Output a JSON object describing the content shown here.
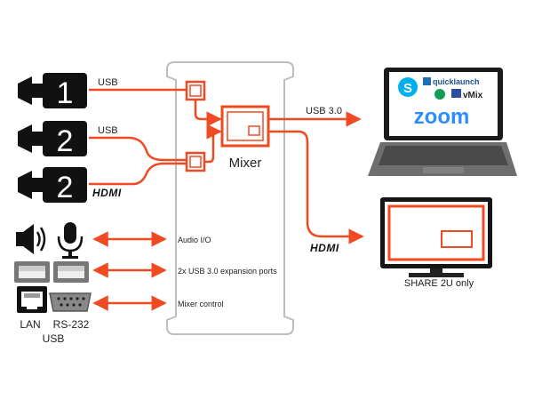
{
  "labels": {
    "usb_cam1": "USB",
    "usb_cam2": "USB",
    "hdmi_cam2": "HDMI",
    "usb3_out": "USB 3.0",
    "hdmi_out": "HDMI",
    "mixer": "Mixer",
    "audio_io": "Audio I/O",
    "usb_expansion": "2x USB 3.0 expansion ports",
    "mixer_control": "Mixer control",
    "lan": "LAN",
    "rs232": "RS-232",
    "usb_bottom": "USB",
    "share_only": "SHARE 2U only"
  },
  "cameras": [
    {
      "number": "1"
    },
    {
      "number": "2"
    },
    {
      "number": "2"
    }
  ],
  "laptop_apps": {
    "quicklaunch": "quicklaunch",
    "vmix": "vMix",
    "zoom": "zoom"
  },
  "colors": {
    "accent": "#f04a23",
    "dark": "#111111",
    "device_fill": "#ffffff",
    "device_stroke": "#bdbdbd",
    "skype": "#00aff0",
    "zoom": "#2d8cff"
  }
}
